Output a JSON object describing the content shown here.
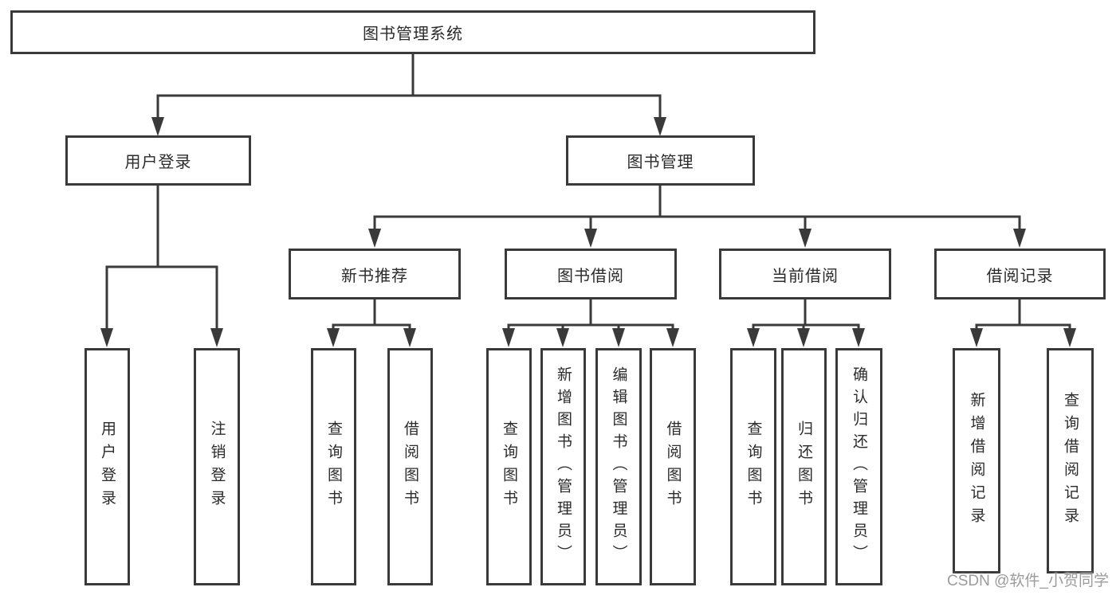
{
  "diagram": {
    "root": {
      "label": "图书管理系统"
    },
    "level2": [
      {
        "label": "用户登录"
      },
      {
        "label": "图书管理"
      }
    ],
    "level3": [
      {
        "label": "新书推荐"
      },
      {
        "label": "图书借阅"
      },
      {
        "label": "当前借阅"
      },
      {
        "label": "借阅记录"
      }
    ],
    "leaves": [
      {
        "label": "用户登录"
      },
      {
        "label": "注销登录"
      },
      {
        "label": "查询图书"
      },
      {
        "label": "借阅图书"
      },
      {
        "label": "查询图书"
      },
      {
        "label": "新增图书（管理员）"
      },
      {
        "label": "编辑图书（管理员）"
      },
      {
        "label": "借阅图书"
      },
      {
        "label": "查询图书"
      },
      {
        "label": "归还图书"
      },
      {
        "label": "确认归还（管理员）"
      },
      {
        "label": "新增借阅记录"
      },
      {
        "label": "查询借阅记录"
      }
    ],
    "line_color": "#3a3a3a"
  },
  "watermark": {
    "text": "CSDN @软件_小贺同学"
  }
}
